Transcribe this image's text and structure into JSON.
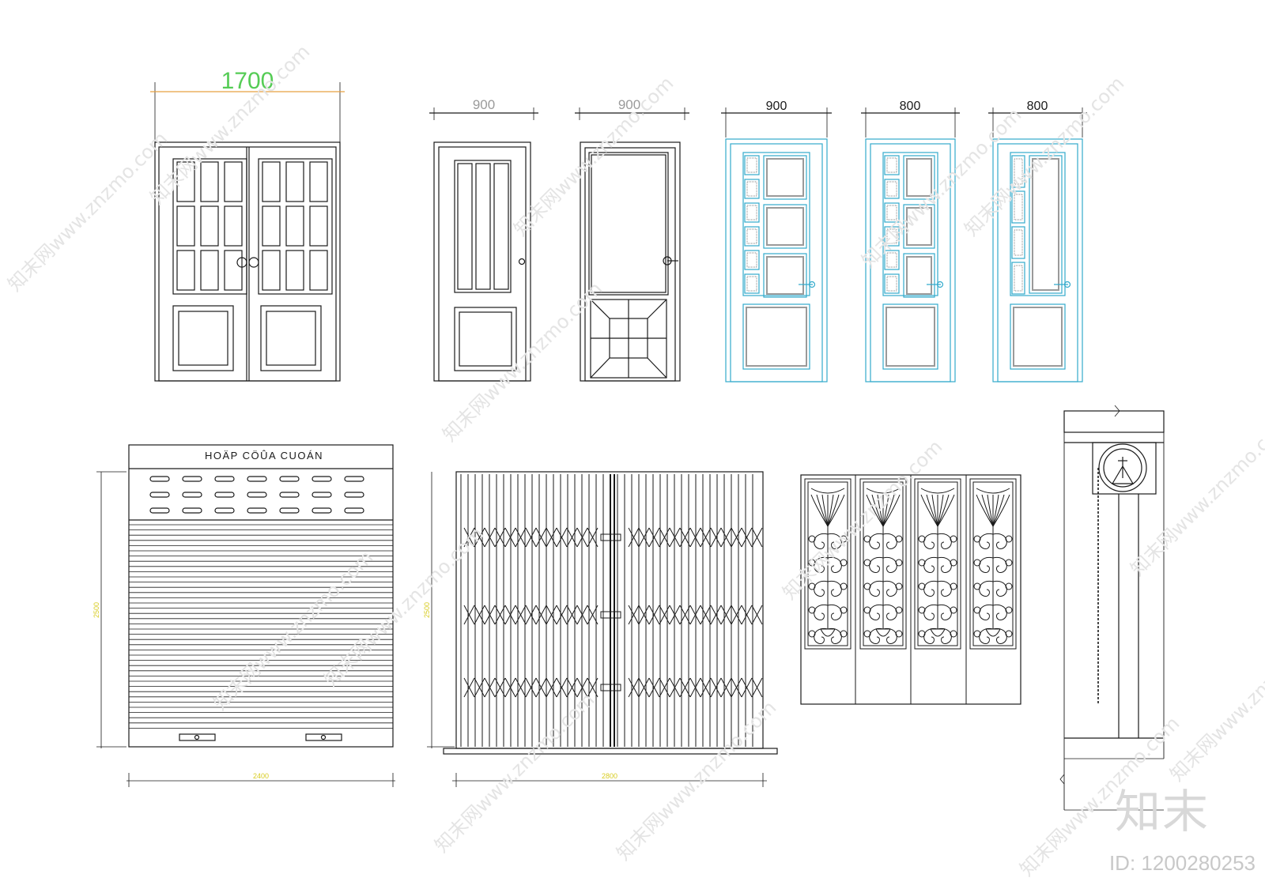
{
  "dimensions": {
    "double_door_width": "1700",
    "door1_width": "900",
    "door2_width": "900",
    "door3_width": "900",
    "door4_width": "800",
    "door5_width": "800",
    "shutter_height": "2500",
    "shutter_width": "2400",
    "grille_height": "2500",
    "grille_width": "2800"
  },
  "labels": {
    "shutter_box": "HOÄP CÖÛA CUOÁN"
  },
  "watermark": {
    "logo": "知末",
    "id": "ID: 1200280253",
    "diagonal": "知末网www.znzmo.com"
  },
  "colors": {
    "line": "#1a1a1a",
    "cyan": "#33aacc",
    "grey_inner": "#9a9a9a",
    "green_dim": "#55cc55",
    "yellow_dim": "#d8cc22",
    "grey_dim": "#9a9a9a",
    "orange_tick": "#e8a040"
  }
}
